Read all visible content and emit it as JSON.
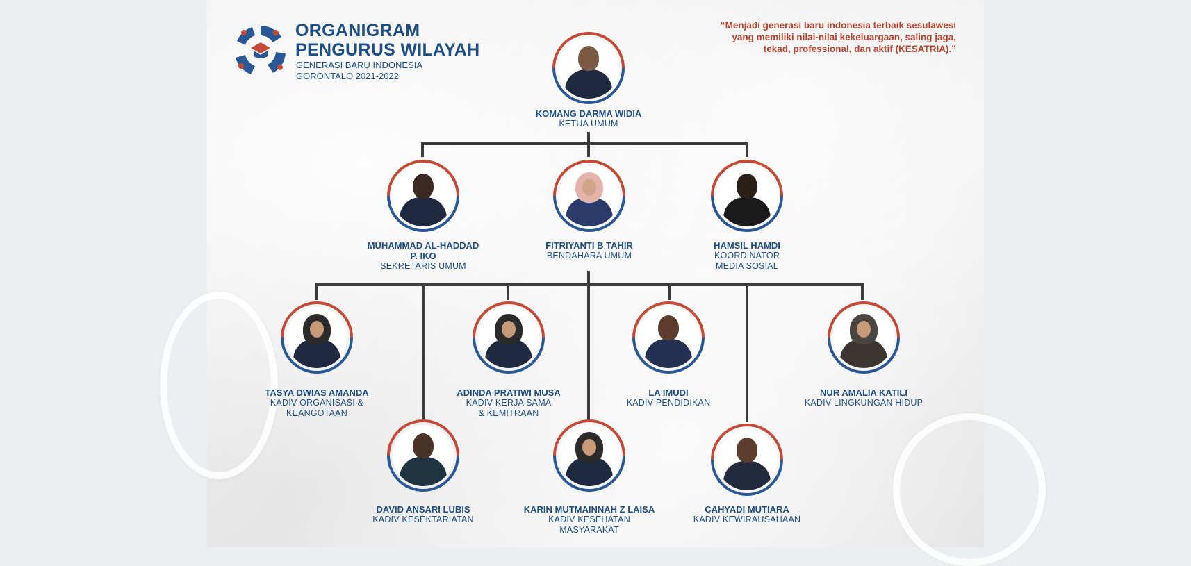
{
  "header": {
    "title_line1": "ORGANIGRAM",
    "title_line2": "PENGURUS WILAYAH",
    "subtitle_line1": "GENERASI BARU INDONESIA",
    "subtitle_line2": "GORONTALO 2021-2022"
  },
  "quote": {
    "line1": "“Menjadi generasi baru indonesia terbaik sesulawesi",
    "line2": "yang memiliki nilai-nilai kekeluargaan, saling jaga,",
    "line3": "tekad, professional, dan aktif (KESATRIA).”"
  },
  "colors": {
    "primary_blue": "#1d4f86",
    "accent_red": "#c54a35",
    "quote_red": "#b5442e",
    "line_gray": "#3c3c3c"
  },
  "members": {
    "ketua": {
      "name": "KOMANG DARMA WIDIA",
      "role": "KETUA UMUM"
    },
    "sekretaris": {
      "name_line1": "MUHAMMAD AL-HADDAD",
      "name_line2": "P. IKO",
      "role": "SEKRETARIS UMUM"
    },
    "bendahara": {
      "name": "FITRIYANTI B TAHIR",
      "role": "BENDAHARA UMUM"
    },
    "medsos": {
      "name": "HAMSIL HAMDI",
      "role_line1": "KOORDINATOR",
      "role_line2": "MEDIA SOSIAL"
    },
    "tasya": {
      "name": "TASYA DWIAS AMANDA",
      "role_line1": "KADIV ORGANISASI &",
      "role_line2": "KEANGOTAAN"
    },
    "adinda": {
      "name": "ADINDA PRATIWI MUSA",
      "role_line1": "KADIV KERJA SAMA",
      "role_line2": "&  KEMITRAAN"
    },
    "imudi": {
      "name": "LA IMUDI",
      "role": "KADIV PENDIDIKAN"
    },
    "amalia": {
      "name": "NUR AMALIA KATILI",
      "role": "KADIV LINGKUNGAN HIDUP"
    },
    "david": {
      "name": "DAVID ANSARI LUBIS",
      "role": "KADIV KESEKTARIATAN"
    },
    "karin": {
      "name": "KARIN MUTMAINNAH Z LAISA",
      "role_line1": "KADIV KESEHATAN",
      "role_line2": "MASYARAKAT"
    },
    "cahyadi": {
      "name": "CAHYADI MUTIARA",
      "role": "KADIV KEWIRAUSAHAAN"
    }
  }
}
